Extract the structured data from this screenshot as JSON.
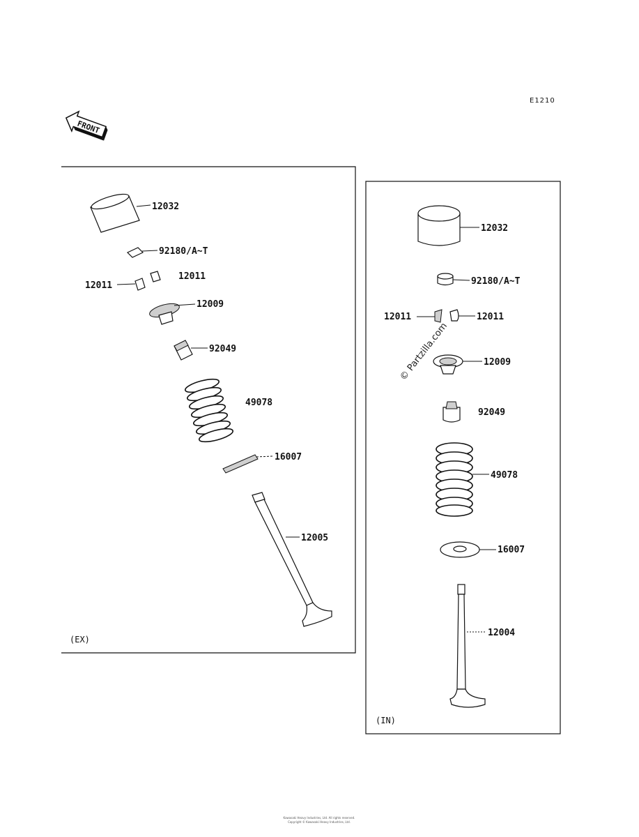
{
  "diagram_code": "E1210",
  "front_label": "FRONT",
  "watermark": "© Partzilla.com",
  "exhaust": {
    "section_label": "(EX)",
    "parts": {
      "tappet": "12032",
      "shim": "92180/A~T",
      "cotter_right": "12011",
      "cotter_left": "12011",
      "retainer": "12009",
      "seal": "92049",
      "spring": "49078",
      "seat": "16007",
      "valve": "12005"
    }
  },
  "intake": {
    "section_label": "(IN)",
    "parts": {
      "tappet": "12032",
      "shim": "92180/A~T",
      "cotter_left": "12011",
      "cotter_right": "12011",
      "retainer": "12009",
      "seal": "92049",
      "spring": "49078",
      "seat": "16007",
      "valve": "12004"
    }
  },
  "footer": {
    "line1": "Kawasaki Heavy Industries, Ltd. All rights reserved.",
    "line2": "Copyright © Kawasaki Heavy Industries, Ltd."
  }
}
